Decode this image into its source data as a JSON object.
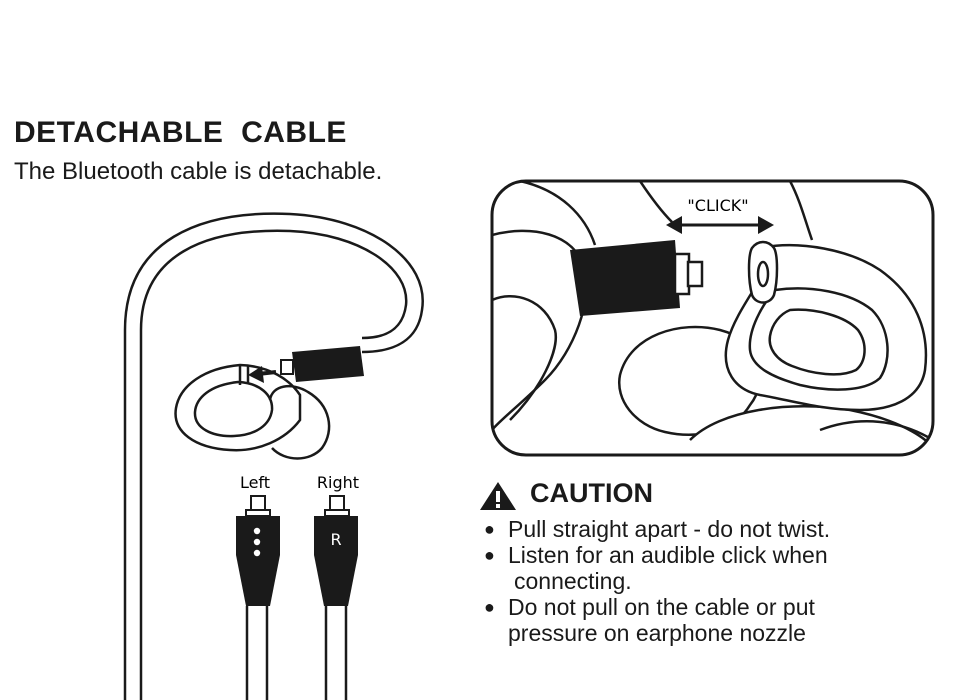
{
  "header": {
    "title": "DETACHABLE  CABLE",
    "subtitle": "The Bluetooth cable is detachable."
  },
  "detail_view": {
    "click_label": "\"CLICK\""
  },
  "connectors": {
    "left_label": "Left",
    "right_label": "Right",
    "right_mark": "R"
  },
  "caution": {
    "title": "CAUTION",
    "items": [
      {
        "line1": "Pull straight apart - do not twist.",
        "line2": ""
      },
      {
        "line1": "Listen for an audible click when",
        "line2": "connecting."
      },
      {
        "line1": "Do not pull on the cable or put",
        "line2": "pressure on earphone nozzle"
      }
    ]
  },
  "colors": {
    "ink": "#1a1a1a",
    "background": "#ffffff"
  }
}
